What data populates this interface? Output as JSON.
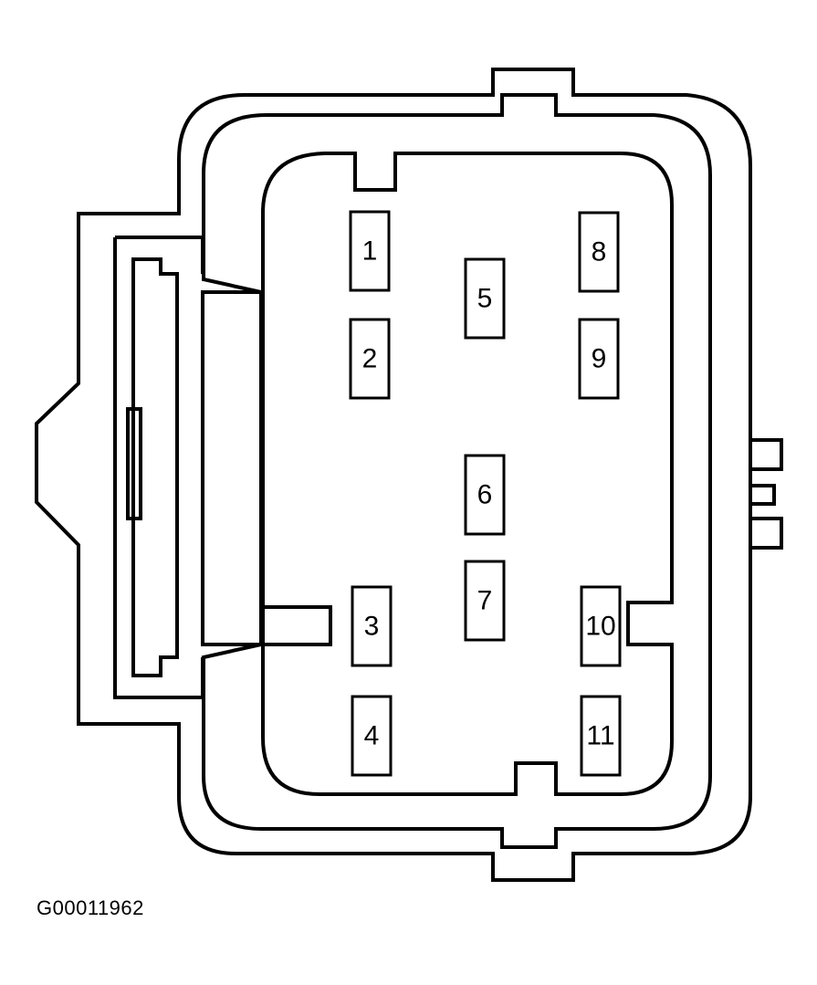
{
  "figure_id": "G00011962",
  "pins": [
    {
      "label": "1"
    },
    {
      "label": "2"
    },
    {
      "label": "3"
    },
    {
      "label": "4"
    },
    {
      "label": "5"
    },
    {
      "label": "6"
    },
    {
      "label": "7"
    },
    {
      "label": "8"
    },
    {
      "label": "9"
    },
    {
      "label": "10"
    },
    {
      "label": "11"
    }
  ]
}
